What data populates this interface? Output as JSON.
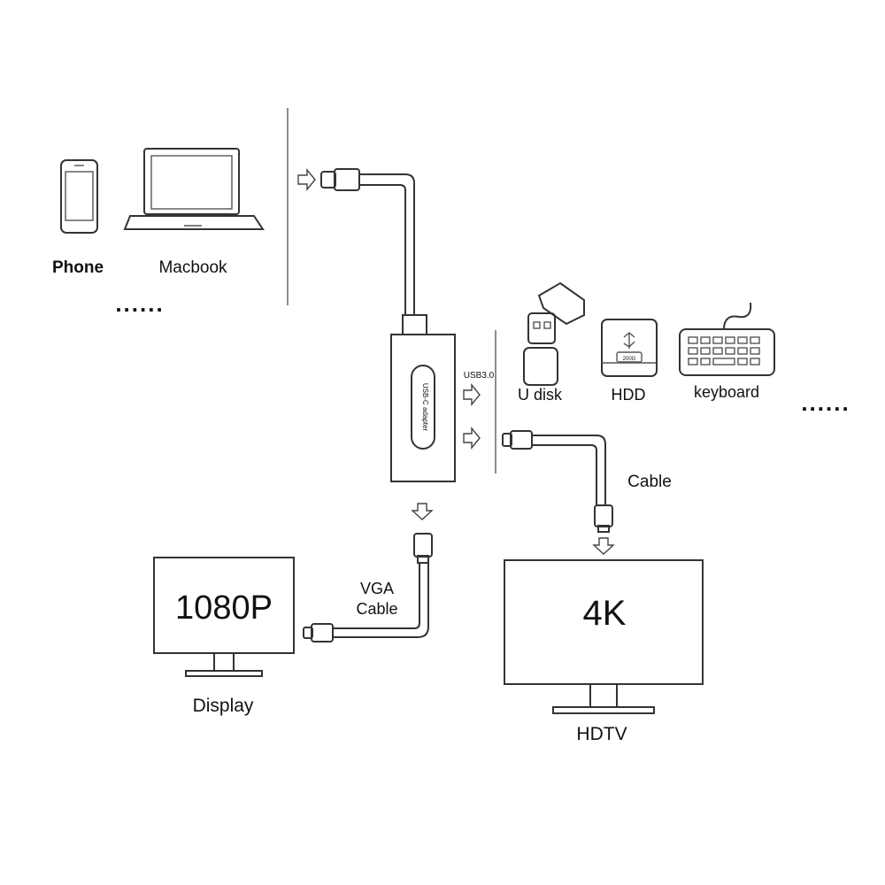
{
  "sources": {
    "phone_label": "Phone",
    "macbook_label": "Macbook",
    "more_dots": "......"
  },
  "adapter": {
    "label": "USB-C adapter",
    "port_label": "USB3.0"
  },
  "peripherals": {
    "udisk_label": "U disk",
    "hdd_label": "HDD",
    "hdd_capacity": "200G",
    "keyboard_label": "keyboard",
    "more_dots": "......"
  },
  "cables": {
    "hdmi_label": "Cable",
    "vga_label_line1": "VGA",
    "vga_label_line2": "Cable"
  },
  "displays": {
    "display_screen_text": "1080P",
    "display_label": "Display",
    "hdtv_screen_text": "4K",
    "hdtv_label": "HDTV"
  },
  "icons": [
    "phone-icon",
    "laptop-icon",
    "usb-drive-icon",
    "hdd-icon",
    "keyboard-icon",
    "monitor-icon",
    "tv-icon",
    "arrow-icon",
    "connector-icon"
  ]
}
